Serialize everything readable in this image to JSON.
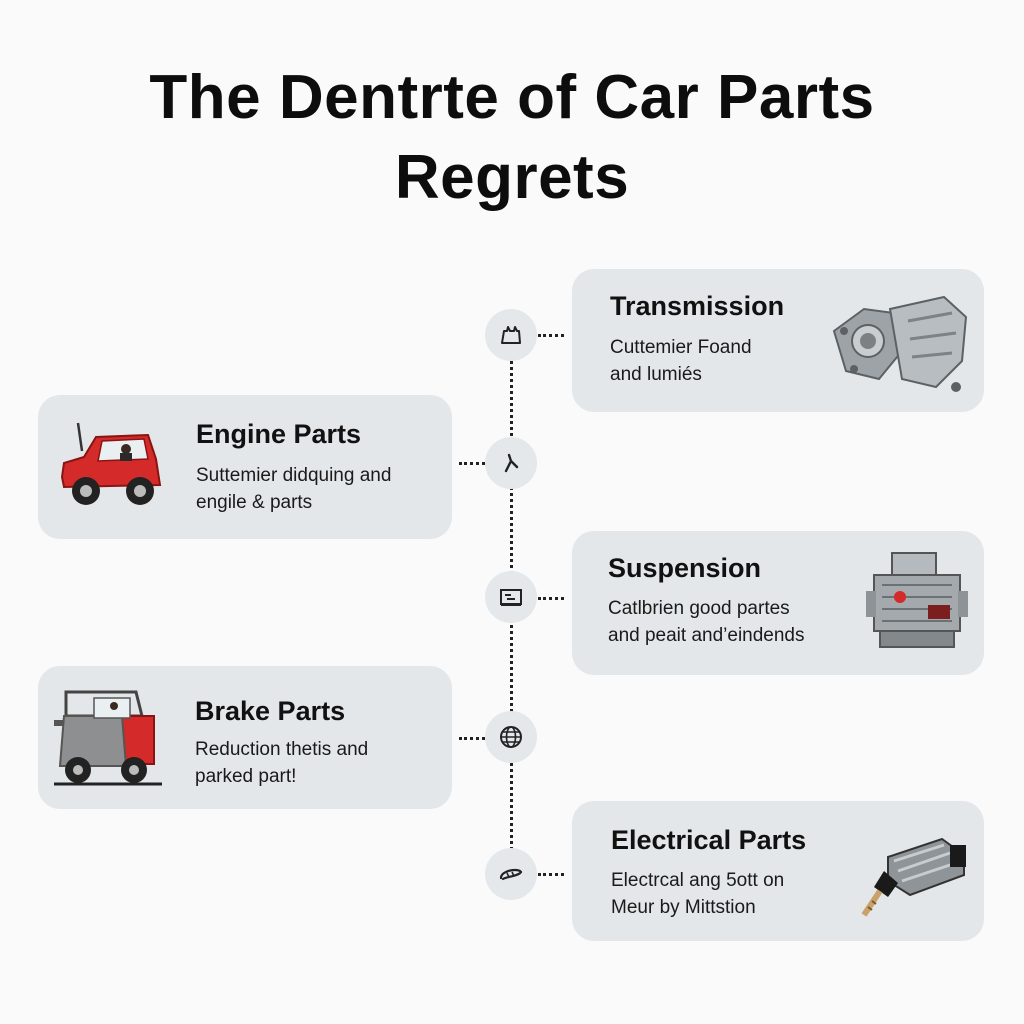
{
  "title": {
    "line1": "The Dentrte of Car Parts",
    "line2": "Regrets"
  },
  "cards": [
    {
      "id": "transmission",
      "title": "Transmission",
      "desc_line1": "Cuttemier Foand",
      "desc_line2": "and lumiés",
      "side": "right",
      "icon": "battery-icon",
      "image": "transmission-part-image"
    },
    {
      "id": "engine",
      "title": "Engine Parts",
      "desc_line1": "Suttemier didquing and",
      "desc_line2": "engile & parts",
      "side": "left",
      "icon": "wrench-icon",
      "image": "red-car-image"
    },
    {
      "id": "suspension",
      "title": "Suspension",
      "desc_line1": "Catlbrien good partes",
      "desc_line2": "and peait and’eindends",
      "side": "right",
      "icon": "engine-block-icon",
      "image": "engine-assembly-image"
    },
    {
      "id": "brake",
      "title": "Brake Parts",
      "desc_line1": "Reduction thetis and",
      "desc_line2": "parked part!",
      "side": "left",
      "icon": "globe-icon",
      "image": "red-utility-vehicle-image"
    },
    {
      "id": "electrical",
      "title": "Electrical Parts",
      "desc_line1": "Electrcal ang 5ott on",
      "desc_line2": "Meur by Mittstion",
      "side": "right",
      "icon": "cable-icon",
      "image": "ignition-coil-image"
    }
  ],
  "colors": {
    "background": "#fafafa",
    "card": "#e3e7e9",
    "node": "#e4e8ea",
    "car_red": "#d42a2a",
    "text": "#111111"
  }
}
